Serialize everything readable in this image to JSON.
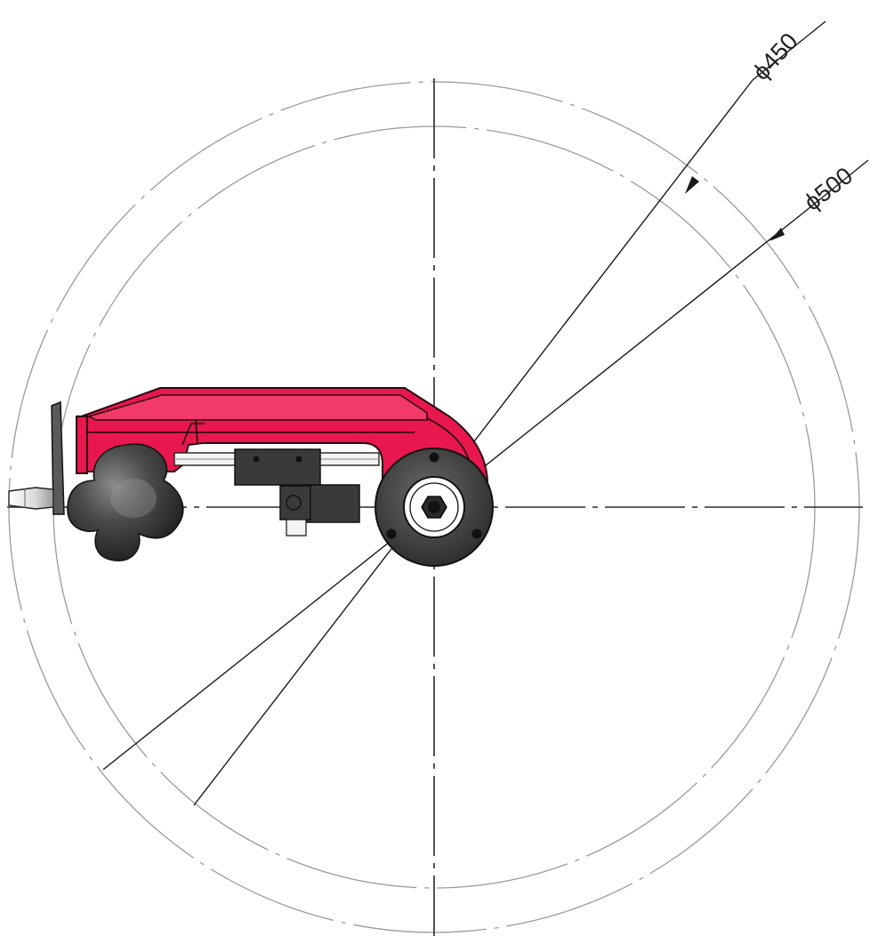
{
  "dimensions": [
    {
      "symbol": "ϕ",
      "value": "450"
    },
    {
      "symbol": "ϕ",
      "value": "500"
    }
  ],
  "colors": {
    "body": "#e8174d",
    "knob": "#3a3a3a",
    "reference_circle": "#9a9a9a",
    "line": "#1a1a1a"
  }
}
